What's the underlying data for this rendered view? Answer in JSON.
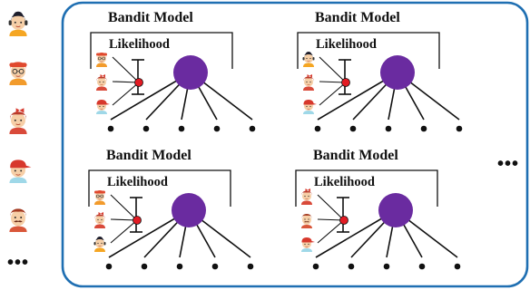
{
  "users": [
    {
      "icon": "woman-bun-headset-avatar-icon",
      "hair": "#1d1d2b",
      "skin": "#f6cfa7",
      "top": "#f5a623",
      "accessory": "headset"
    },
    {
      "icon": "man-red-cap-glasses-avatar-icon",
      "hair": "#e0492e",
      "skin": "#f6cfa7",
      "top": "#f29b2c",
      "accessory": "glasses"
    },
    {
      "icon": "woman-red-bow-avatar-icon",
      "hair": "#b83a2a",
      "skin": "#f6cfa7",
      "top": "#d94a3a",
      "accessory": "bow"
    },
    {
      "icon": "boy-red-cap-avatar-icon",
      "hair": "#d7382c",
      "skin": "#f6cfa7",
      "top": "#9fd8e8",
      "accessory": "cap"
    },
    {
      "icon": "man-mustache-avatar-icon",
      "hair": "#a43b22",
      "skin": "#f6cfa7",
      "top": "#d9573a",
      "accessory": "mustache"
    }
  ],
  "users_ellipsis": "•••",
  "group_ellipsis": "•••",
  "colors": {
    "border": "#1f6fb2",
    "node": "#6a2ba0",
    "reward_dot": "#e21b23",
    "line": "#111111"
  },
  "models": [
    {
      "title": "Bandit Model",
      "likelihood_label": "Likelihood",
      "arm_count": 5,
      "avatars": [
        "man-red-cap-glasses-avatar-icon",
        "woman-red-bow-avatar-icon",
        "boy-red-cap-avatar-icon"
      ]
    },
    {
      "title": "Bandit Model",
      "likelihood_label": "Likelihood",
      "arm_count": 5,
      "avatars": [
        "woman-bun-headset-avatar-icon",
        "woman-red-bow-avatar-icon",
        "boy-red-cap-avatar-icon"
      ]
    },
    {
      "title": "Bandit Model",
      "likelihood_label": "Likelihood",
      "arm_count": 5,
      "avatars": [
        "man-red-cap-glasses-avatar-icon",
        "woman-red-bow-avatar-icon",
        "woman-bun-headset-avatar-icon"
      ]
    },
    {
      "title": "Bandit Model",
      "likelihood_label": "Likelihood",
      "arm_count": 5,
      "avatars": [
        "woman-red-bow-avatar-icon",
        "man-mustache-avatar-icon",
        "boy-red-cap-avatar-icon"
      ]
    }
  ]
}
